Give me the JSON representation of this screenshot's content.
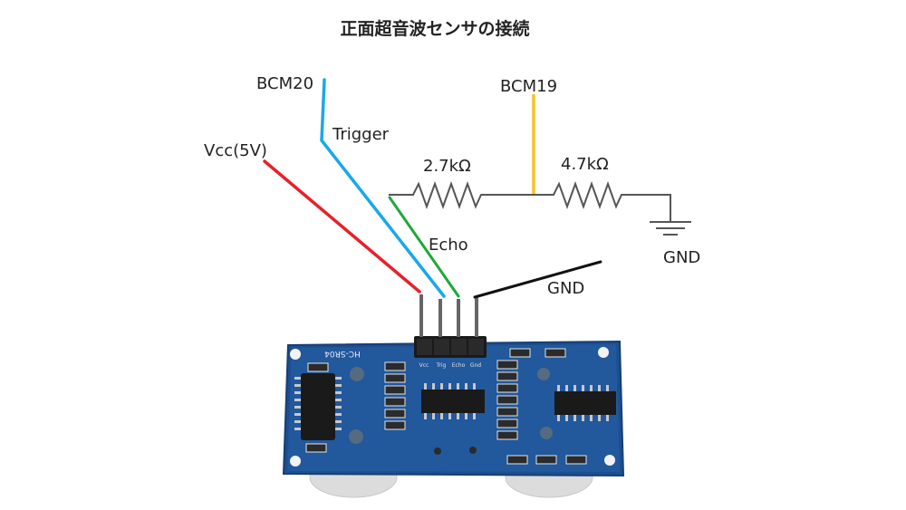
{
  "title": "正面超音波センサの接続",
  "labels": {
    "bcm20": "BCM20",
    "trigger": "Trigger",
    "vcc": "Vcc(5V)",
    "r1": "2.7kΩ",
    "bcm19": "BCM19",
    "r2": "4.7kΩ",
    "echo": "Echo",
    "gnd_ground_symbol": "GND",
    "gnd_wire": "GND"
  },
  "board": {
    "model_text": "HC-SR04",
    "pin_labels": [
      "Vcc",
      "Trig",
      "Echo",
      "Gnd"
    ]
  },
  "colors": {
    "vcc_wire": "#e8202a",
    "trigger_wire": "#1aa8e8",
    "echo_wire": "#1fa83a",
    "bcm19_wire": "#f7c325",
    "gnd_wire": "#111111",
    "resistor_line": "#555555",
    "pcb": "#1d4f8f"
  }
}
